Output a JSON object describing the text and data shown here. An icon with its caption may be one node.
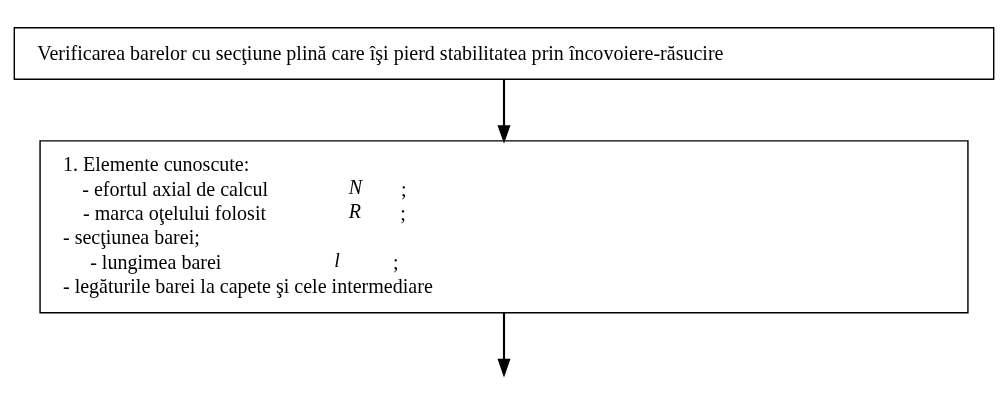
{
  "diagram": {
    "nodes": [
      {
        "text": [
          "Verificarea barelor cu secţiune plină care îşi pierd stabilitatea prin încovoiere-răsucire"
        ]
      },
      {
        "text": [
          "1. Elemente cunoscute:",
          "- efortul axial de calcul *N*;",
          "- marca oţelului folosit *R*;",
          "- secţiunea barei;",
          "- lungimea barei *l*;",
          "- legăturile barei la capete şi cele intermediare"
        ]
      }
    ],
    "edges": [
      {
        "from": 0,
        "to": 1,
        "arrow": "to"
      },
      {
        "from": 1,
        "to": null,
        "arrow": "to"
      }
    ]
  }
}
